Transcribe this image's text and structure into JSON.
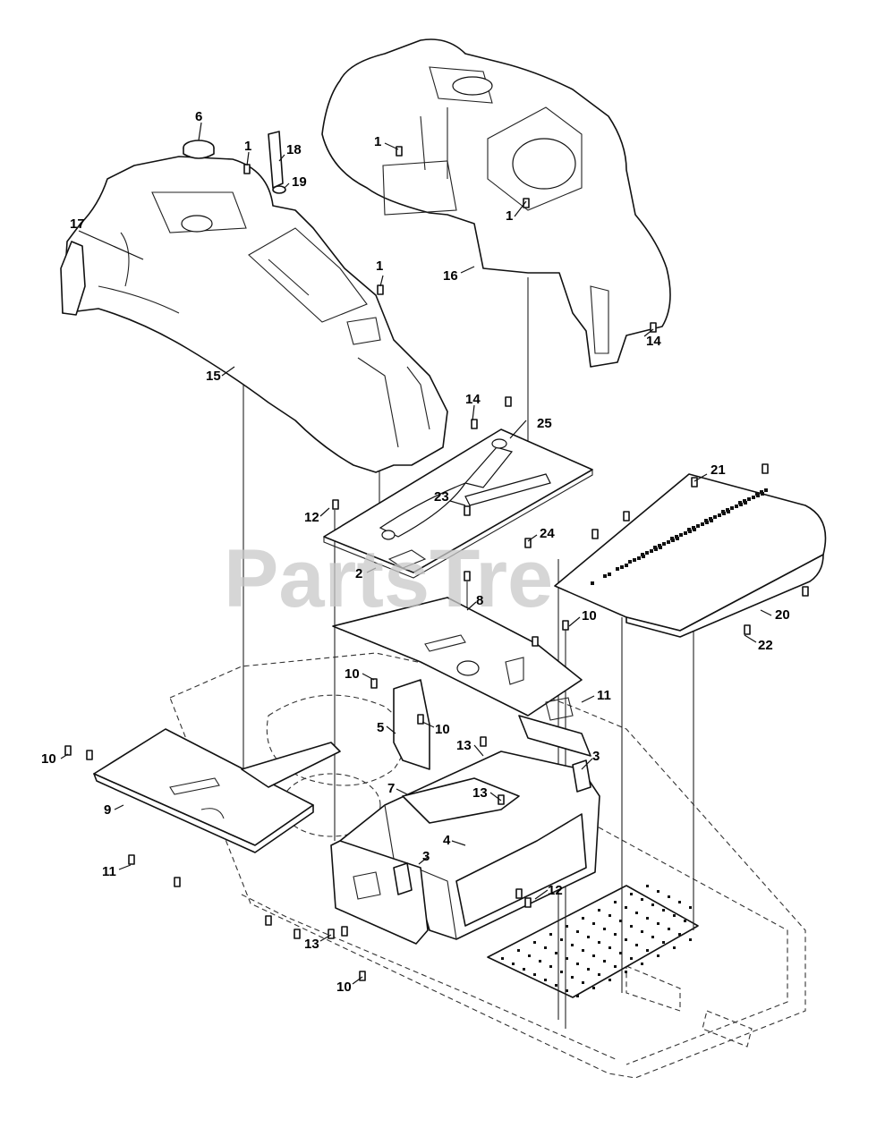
{
  "watermark": "PartsTre",
  "callouts": [
    {
      "id": "c6",
      "text": "6"
    },
    {
      "id": "c1a",
      "text": "1"
    },
    {
      "id": "c18",
      "text": "18"
    },
    {
      "id": "c19",
      "text": "19"
    },
    {
      "id": "c17",
      "text": "17"
    },
    {
      "id": "c1b",
      "text": "1"
    },
    {
      "id": "c15",
      "text": "15"
    },
    {
      "id": "c1c",
      "text": "1"
    },
    {
      "id": "c1d",
      "text": "1"
    },
    {
      "id": "c16",
      "text": "16"
    },
    {
      "id": "c14a",
      "text": "14"
    },
    {
      "id": "c14b",
      "text": "14"
    },
    {
      "id": "c25",
      "text": "25"
    },
    {
      "id": "c23",
      "text": "23"
    },
    {
      "id": "c12a",
      "text": "12"
    },
    {
      "id": "c24",
      "text": "24"
    },
    {
      "id": "c2",
      "text": "2"
    },
    {
      "id": "c21",
      "text": "21"
    },
    {
      "id": "c8",
      "text": "8"
    },
    {
      "id": "c10a",
      "text": "10"
    },
    {
      "id": "c20",
      "text": "20"
    },
    {
      "id": "c22",
      "text": "22"
    },
    {
      "id": "c10b",
      "text": "10"
    },
    {
      "id": "c11a",
      "text": "11"
    },
    {
      "id": "c5",
      "text": "5"
    },
    {
      "id": "c10c",
      "text": "10"
    },
    {
      "id": "c13a",
      "text": "13"
    },
    {
      "id": "c3a",
      "text": "3"
    },
    {
      "id": "c10d",
      "text": "10"
    },
    {
      "id": "c7",
      "text": "7"
    },
    {
      "id": "c13b",
      "text": "13"
    },
    {
      "id": "c9",
      "text": "9"
    },
    {
      "id": "c4",
      "text": "4"
    },
    {
      "id": "c11b",
      "text": "11"
    },
    {
      "id": "c3b",
      "text": "3"
    },
    {
      "id": "c12b",
      "text": "12"
    },
    {
      "id": "c13c",
      "text": "13"
    },
    {
      "id": "c10e",
      "text": "10"
    }
  ]
}
